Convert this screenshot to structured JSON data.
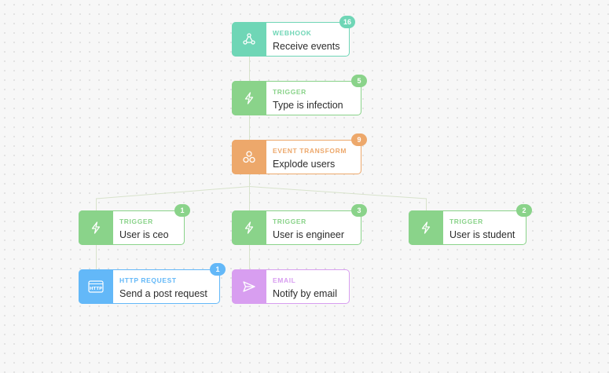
{
  "colors": {
    "webhook": "#6fd6b6",
    "trigger": "#8ad38a",
    "transform": "#eda86b",
    "http": "#63b8f8",
    "email": "#d89ef0",
    "edge": "#d6e6c6"
  },
  "nodes": {
    "webhook": {
      "kind": "WEBHOOK",
      "title": "Receive events",
      "count": "16",
      "icon": "webhook-icon"
    },
    "trigger_infection": {
      "kind": "TRIGGER",
      "title": "Type is infection",
      "count": "5",
      "icon": "lightning-icon"
    },
    "transform": {
      "kind": "EVENT TRANSFORM",
      "title": "Explode users",
      "count": "9",
      "icon": "shapes-icon"
    },
    "trigger_ceo": {
      "kind": "TRIGGER",
      "title": "User is ceo",
      "count": "1",
      "icon": "lightning-icon"
    },
    "trigger_engineer": {
      "kind": "TRIGGER",
      "title": "User is engineer",
      "count": "3",
      "icon": "lightning-icon"
    },
    "trigger_student": {
      "kind": "TRIGGER",
      "title": "User is student",
      "count": "2",
      "icon": "lightning-icon"
    },
    "http": {
      "kind": "HTTP REQUEST",
      "title": "Send a post request",
      "count": "1",
      "icon": "http-icon",
      "icon_text": "HTTP"
    },
    "email": {
      "kind": "EMAIL",
      "title": "Notify by email",
      "icon": "send-icon"
    }
  }
}
